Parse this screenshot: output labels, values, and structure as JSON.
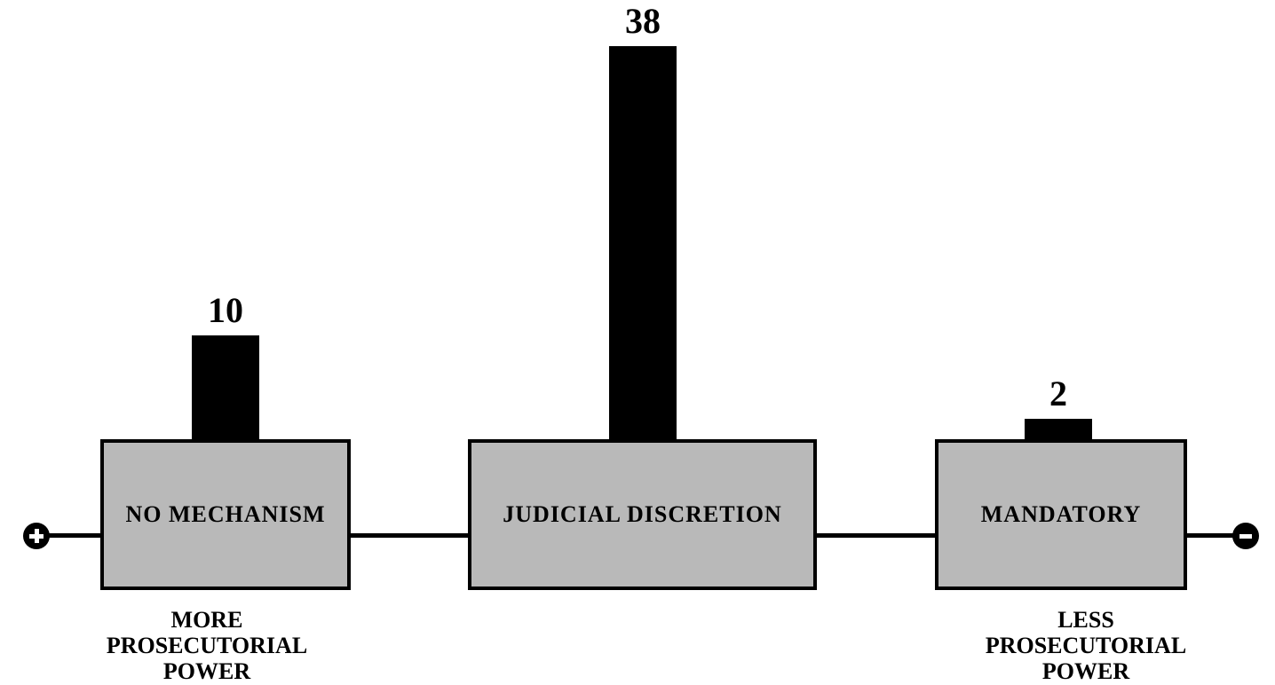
{
  "figure": {
    "background_color": "#ffffff",
    "bar_color": "#000000",
    "box_fill_color": "#b9b9b9",
    "box_border_color": "#000000",
    "left_terminal_symbol": "+",
    "right_terminal_symbol": "−"
  },
  "chart_data": {
    "type": "bar",
    "categories": [
      "NO MECHANISM",
      "JUDICIAL DISCRETION",
      "MANDATORY"
    ],
    "values": [
      10,
      38,
      2
    ],
    "title": "",
    "xlabel": "",
    "ylabel": "",
    "grid": false,
    "legend": false,
    "ylim": [
      0,
      38
    ],
    "layout_hint": "bars rise from the top edge of gray category boxes arranged on a horizontal spectrum line from + (left) to − (right)",
    "axis": {
      "left_terminal": "+",
      "right_terminal": "−",
      "left_annotation": "MORE\nPROSECUTORIAL\nPOWER",
      "right_annotation": "LESS\nPROSECUTORIAL\nPOWER"
    }
  }
}
